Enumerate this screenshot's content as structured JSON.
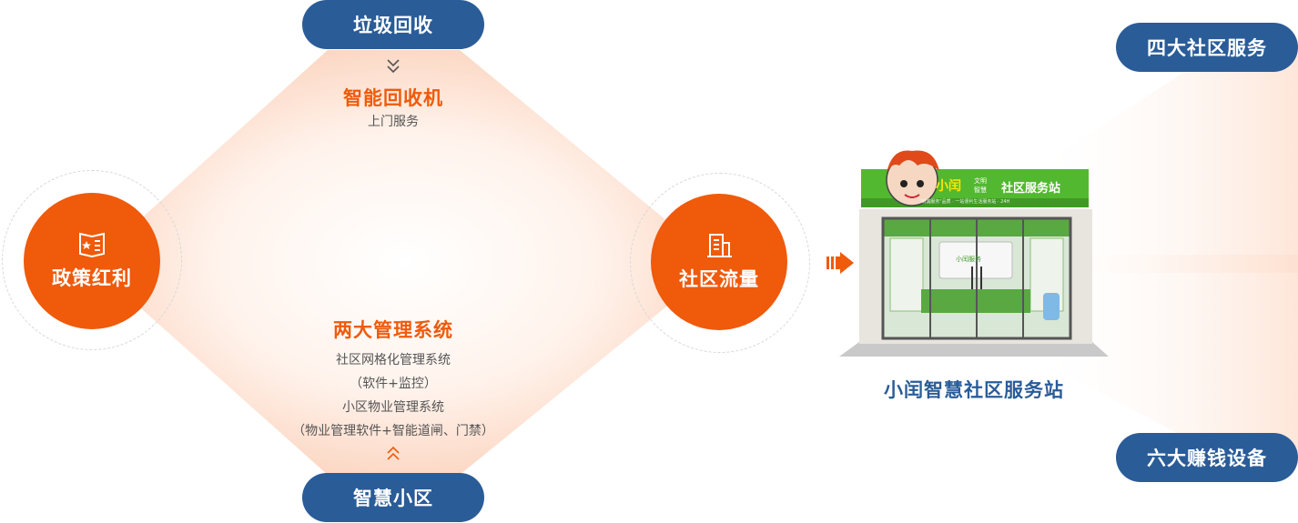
{
  "top_pill": "垃圾回收",
  "top_feature": {
    "title": "智能回收机",
    "subtitle": "上门服务"
  },
  "bottom_feature": {
    "title": "两大管理系统",
    "lines": [
      "社区网格化管理系统",
      "（软件+监控）",
      "小区物业管理系统",
      "（物业管理软件+智能道闸、门禁）"
    ]
  },
  "bottom_pill": "智慧小区",
  "left_circle": {
    "label": "政策红利",
    "icon": "policy-document-icon"
  },
  "right_circle": {
    "label": "社区流量",
    "icon": "building-icon"
  },
  "store": {
    "title": "小闰智慧社区服务站",
    "sign_brand": "小闰",
    "sign_sub_top": "文明",
    "sign_sub_bottom": "智慧",
    "sign_text": "社区服务站",
    "sign_strip": "\"精诚服务\"品质  ·  一站便利生活服务站  ·  24H",
    "inner_sign": "小闰服务"
  },
  "right_pills": {
    "top": "四大社区服务",
    "bottom": "六大赚钱设备"
  },
  "colors": {
    "accent": "#ef5a0b",
    "brand_blue": "#2a5c98",
    "store_green": "#52b830"
  }
}
